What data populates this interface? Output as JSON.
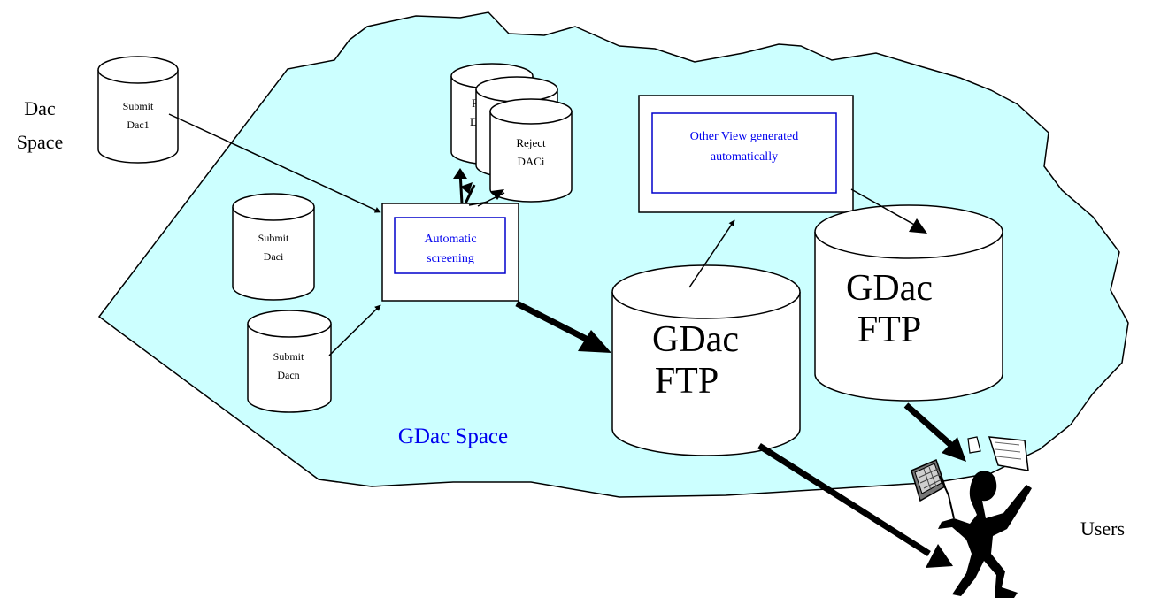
{
  "labels": {
    "dac_space_line1": "Dac",
    "dac_space_line2": "Space",
    "gdac_space": "GDac Space",
    "users": "Users"
  },
  "submit_dbs": {
    "dac1": {
      "line1": "Submit",
      "line2": "Dac1"
    },
    "daci": {
      "line1": "Submit",
      "line2": "Daci"
    },
    "dacn": {
      "line1": "Submit",
      "line2": "Dacn"
    }
  },
  "reject_dbs": {
    "back1": {
      "line1": "R",
      "line2": "D"
    },
    "front": {
      "line1": "Reject",
      "line2": "DACi"
    }
  },
  "screening": {
    "line1": "Automatic",
    "line2": "screening"
  },
  "other_view": {
    "line1": "Other View generated",
    "line2": "automatically"
  },
  "ftp_main": {
    "line1": "GDac",
    "line2": "FTP"
  },
  "ftp_view": {
    "line1": "GDac",
    "line2": "FTP"
  },
  "colors": {
    "gdac_space_fill": "#ccffff",
    "blue_text": "#0000ee",
    "blue_border": "#0000cc",
    "stroke": "#000000"
  }
}
